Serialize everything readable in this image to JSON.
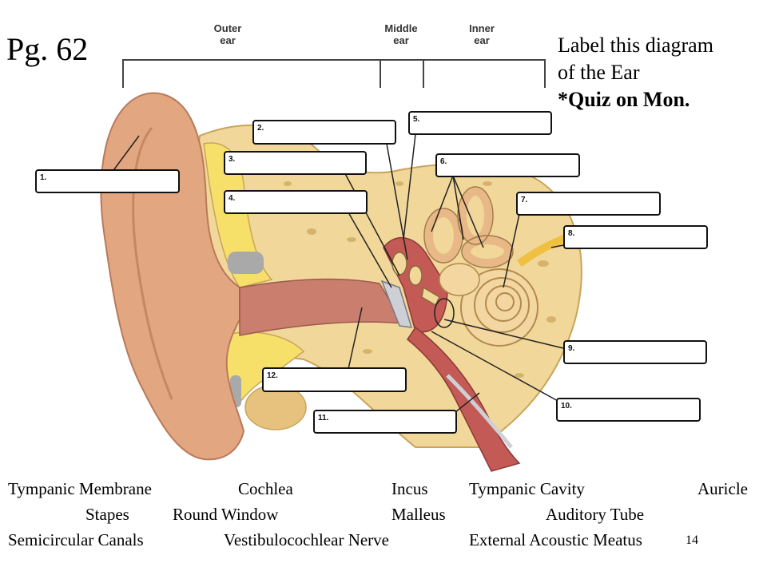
{
  "slide": {
    "title": "Pg. 62",
    "instructions": {
      "line1": "Label this diagram",
      "line2": "of the Ear",
      "line3": "*Quiz on Mon."
    },
    "page_number": "14"
  },
  "regions": {
    "outer": {
      "line1": "Outer",
      "line2": "ear"
    },
    "middle": {
      "line1": "Middle",
      "line2": "ear"
    },
    "inner": {
      "line1": "Inner",
      "line2": "ear"
    }
  },
  "label_boxes": [
    "1.",
    "2.",
    "3.",
    "4.",
    "5.",
    "6.",
    "7.",
    "8.",
    "9.",
    "10.",
    "11.",
    "12."
  ],
  "word_bank": {
    "row1": [
      "Tympanic Membrane",
      "Cochlea",
      "Incus",
      "Tympanic Cavity",
      "Auricle"
    ],
    "row2": [
      "Stapes",
      "Round Window",
      "Malleus",
      "Auditory Tube"
    ],
    "row3": [
      "Semicircular Canals",
      "Vestibulocochlear Nerve",
      "External Acoustic Meatus"
    ]
  },
  "colors": {
    "skin": "#e2a681",
    "skin_dark": "#c98a6a",
    "bone": "#f1d79a",
    "bone_dark": "#c9a45a",
    "canal_red": "#c45a55",
    "cochlea": "#f3d6a0",
    "fat": "#f7e06a"
  }
}
